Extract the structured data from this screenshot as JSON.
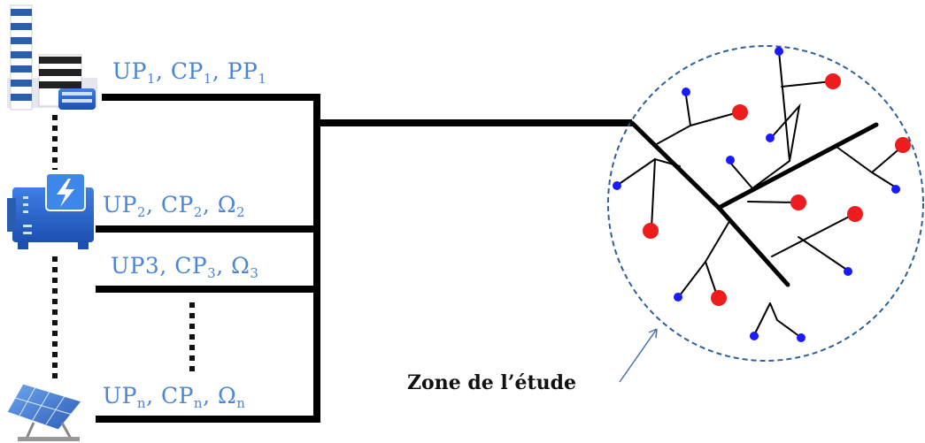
{
  "sources": [
    {
      "icon": "power-plant-icon",
      "prefix": "UP",
      "p1": "1",
      "sep1": ", CP",
      "p2": "1",
      "sep2": ", PP",
      "p3": "1"
    },
    {
      "icon": "generator-icon",
      "prefix": "UP",
      "p1": "2",
      "sep1": ", CP",
      "p2": "2",
      "sep2": ", Ω",
      "p3": "2"
    },
    {
      "icon": "",
      "prefix": "UP3, CP",
      "p1": "",
      "sep1": "",
      "p2": "3",
      "sep2": ", Ω",
      "p3": "3"
    },
    {
      "icon": "solar-panel-icon",
      "prefix": "UP",
      "p1": "n",
      "sep1": ", CP",
      "p2": "n",
      "sep2": ", Ω",
      "p3": "n"
    }
  ],
  "zone_label": "Zone de l’étude",
  "colors": {
    "label": "#4a86d8",
    "red_node": "#ee1c1c",
    "blue_node": "#1a1aff",
    "circle": "#2d5f9a"
  }
}
